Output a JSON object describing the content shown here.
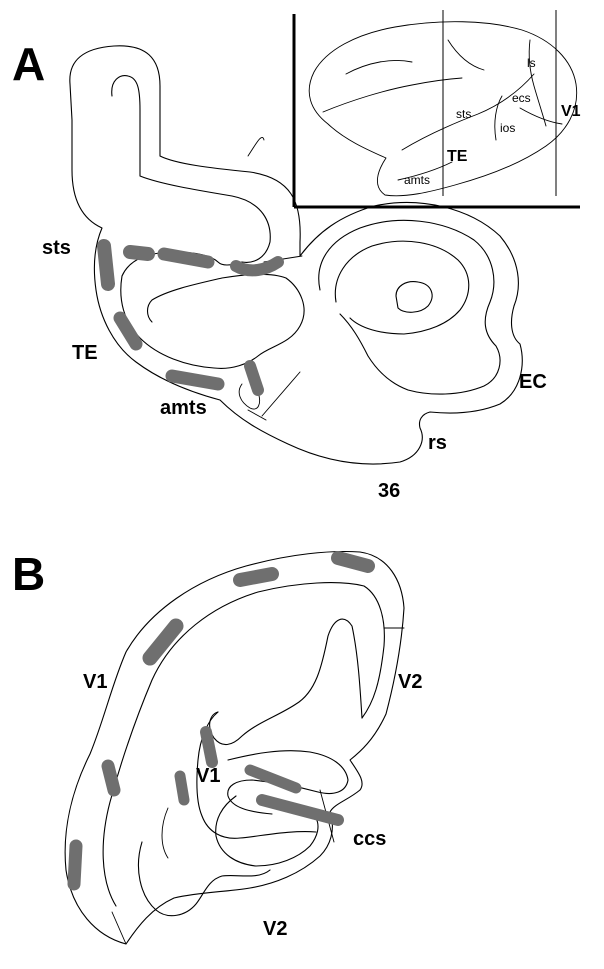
{
  "panel_a": {
    "letter": "A",
    "labels": {
      "sts": "sts",
      "te": "TE",
      "amts": "amts",
      "ec": "EC",
      "rs": "rs",
      "area36": "36"
    },
    "inset": {
      "labels": {
        "ls": "ls",
        "ecs": "ecs",
        "v1": "V1",
        "sts": "sts",
        "ios": "ios",
        "te": "TE",
        "amts": "amts"
      }
    }
  },
  "panel_b": {
    "letter": "B",
    "labels": {
      "v1_outer": "V1",
      "v2_right": "V2",
      "v1_inner": "V1",
      "ccs": "ccs",
      "v2_bottom": "V2"
    }
  },
  "colors": {
    "line": "#000000",
    "marker": "#6f6f6f",
    "background": "#ffffff"
  }
}
